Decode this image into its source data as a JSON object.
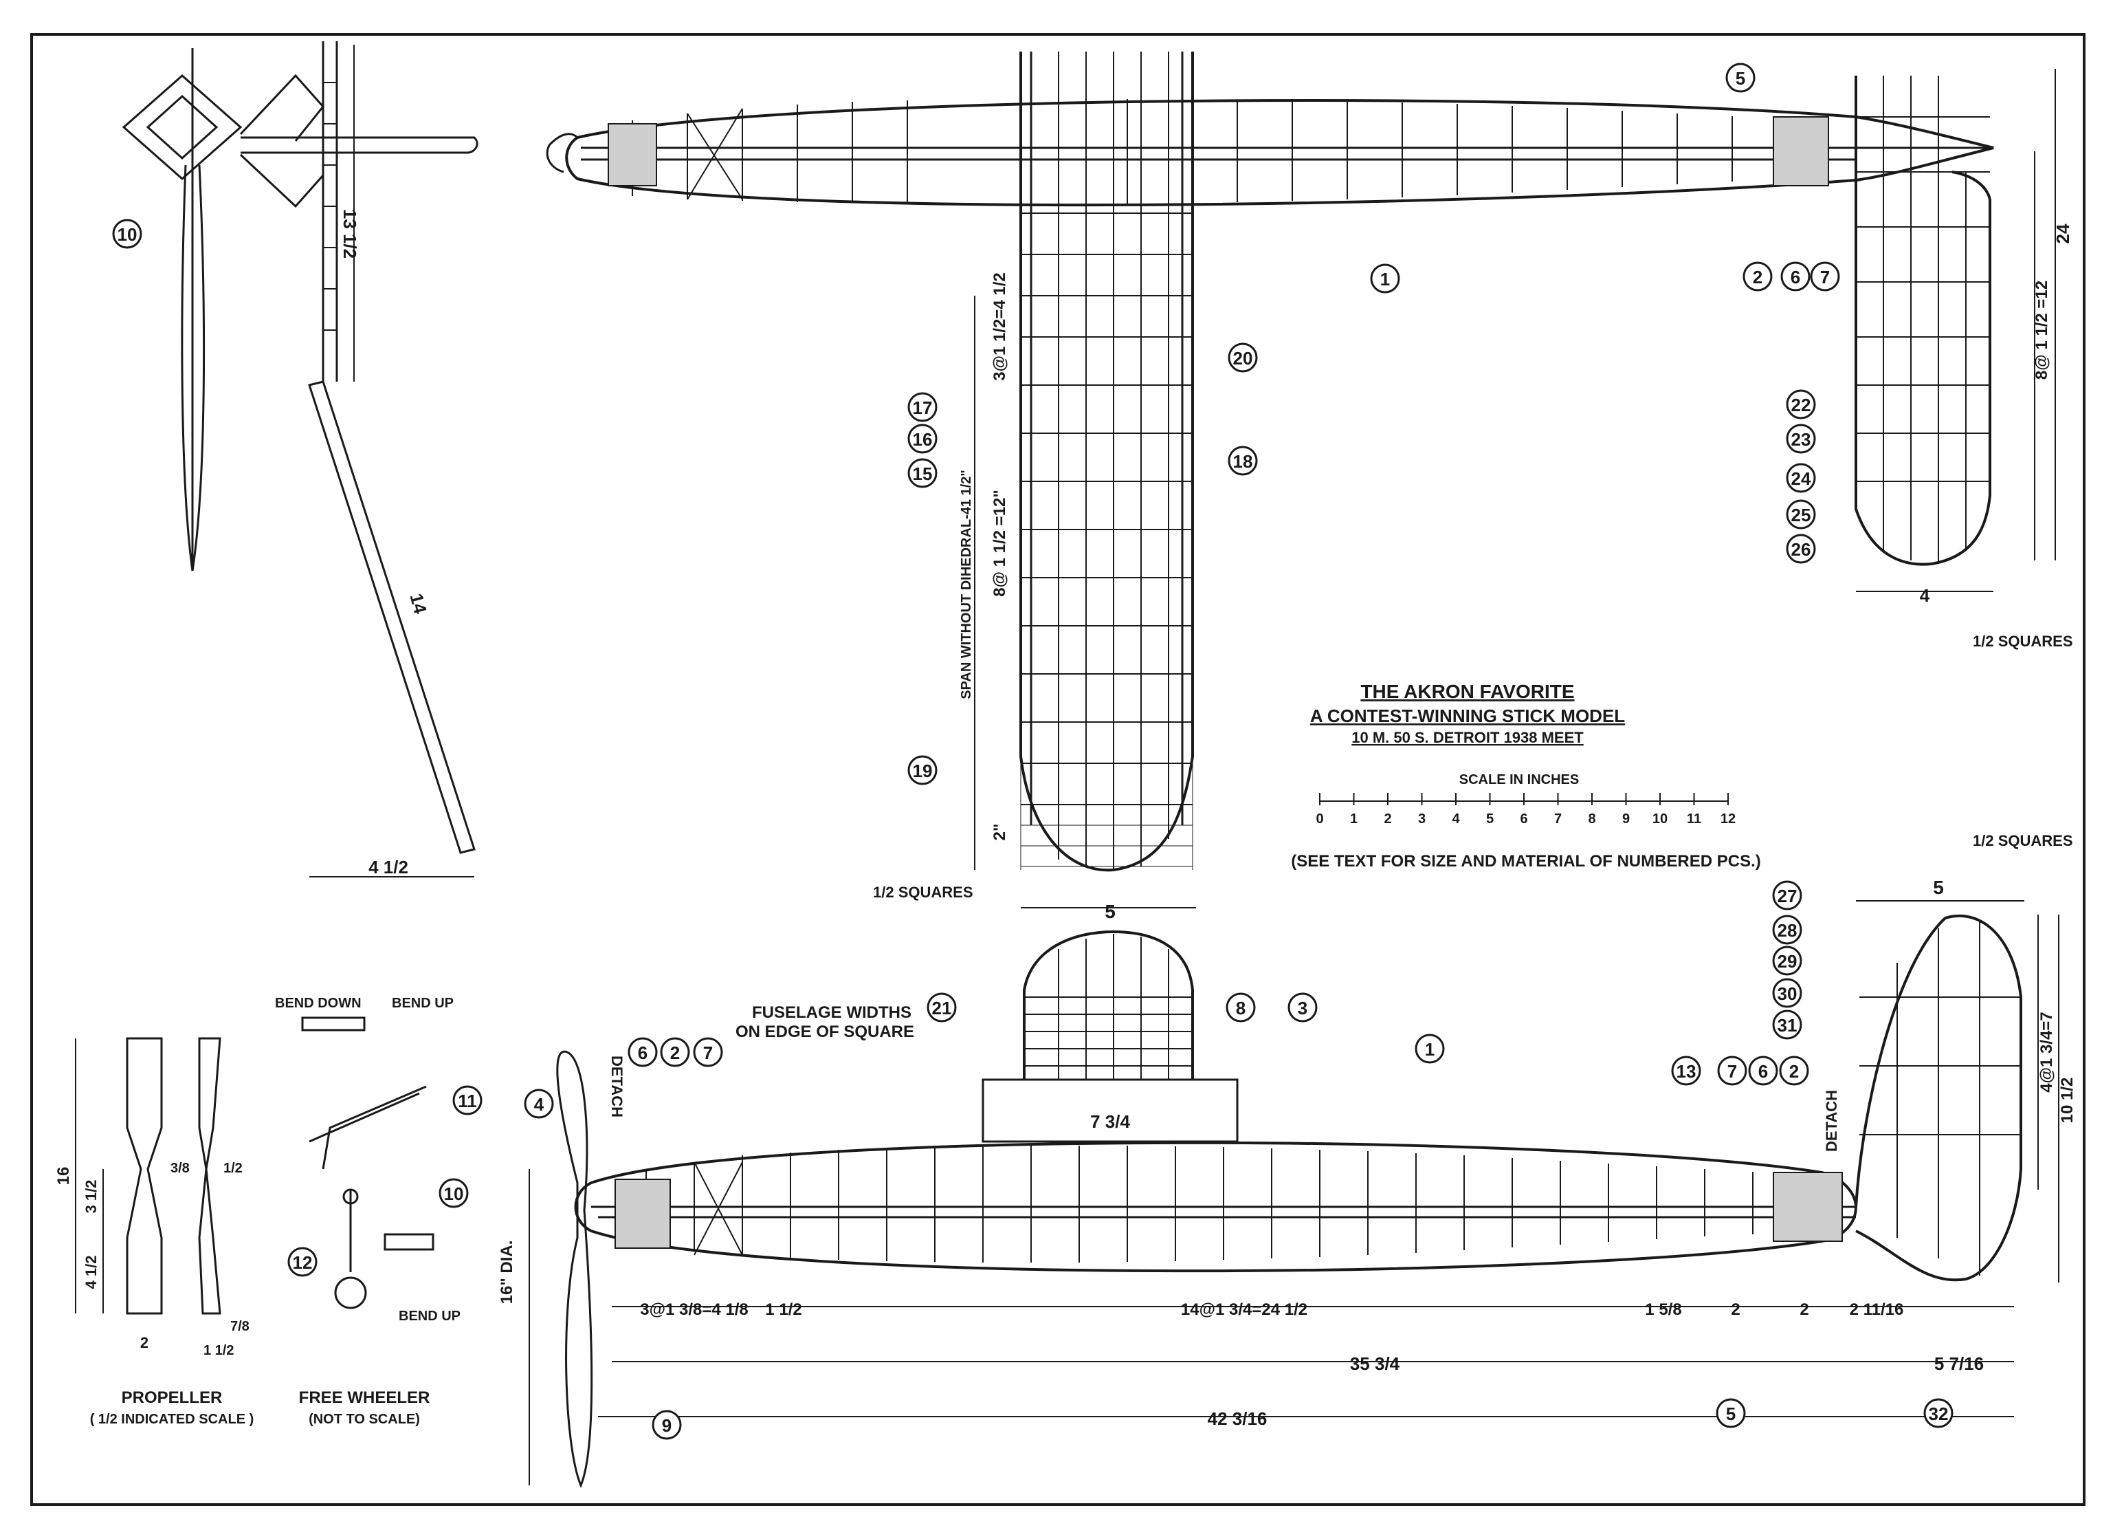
{
  "title": {
    "line1": "THE AKRON FAVORITE",
    "line2": "A CONTEST-WINNING STICK MODEL",
    "line3": "10 M. 50 S.  DETROIT  1938  MEET"
  },
  "scale": {
    "label": "SCALE IN INCHES",
    "ticks": [
      "0",
      "1",
      "2",
      "3",
      "4",
      "5",
      "6",
      "7",
      "8",
      "9",
      "10",
      "11",
      "12"
    ]
  },
  "note": "(SEE TEXT FOR SIZE AND MATERIAL OF NUMBERED PCS.)",
  "labels": {
    "half_squares_a": "1/2 SQUARES",
    "half_squares_b": "1/2 SQUARES",
    "half_squares_c": "1/2 SQUARES",
    "span": "SPAN WITHOUT DIHEDRAL-41 1/2\"",
    "wing_ribs": "8@ 1 1/2 =12\"",
    "wing_tip": "2\"",
    "wing_root": "3@1 1/2=4 1/2",
    "stab_ribs": "8@ 1 1/2 =12",
    "stab_h": "24",
    "stab_w": "4",
    "fuselage_widths": "FUSELAGE WIDTHS ON EDGE OF SQUARE",
    "detach_front": "DETACH",
    "detach_rear": "DETACH",
    "bend_down": "BEND DOWN",
    "bend_up": "BEND UP",
    "bend_up2": "BEND UP",
    "propeller": "PROPELLER",
    "propeller_scale": "( 1/2 INDICATED SCALE )",
    "free_wheeler": "FREE WHEELER",
    "free_wheeler_scale": "(NOT TO SCALE)",
    "prop_dia": "16\" DIA.",
    "wing_width": "5",
    "fin_width": "5",
    "fin_height": "4@1 3/4=7",
    "fin_total": "10 1/2",
    "mount_len": "7 3/4",
    "dim_front": "3@1 3/8=4 1/8",
    "dim_a": "1 1/2",
    "dim_mid": "14@1 3/4=24 1/2",
    "dim_b": "1 5/8",
    "dim_c": "2",
    "dim_d": "2",
    "dim_e": "2 11/16",
    "dim_35": "35 3/4",
    "dim_tail": "5 7/16",
    "dim_42": "42 3/16",
    "fin_4_half": "4 1/2",
    "rudder_13": "13 1/2",
    "rudder_14": "14",
    "prop_16": "16",
    "prop_3half": "3 1/2",
    "prop_4half": "4 1/2",
    "prop_2": "2",
    "prop_3_8": "3/8",
    "prop_half": "1/2",
    "prop_7_8": "7/8",
    "prop_1_half": "1 1/2"
  },
  "callouts": [
    "1",
    "2",
    "3",
    "4",
    "5",
    "6",
    "7",
    "8",
    "9",
    "10",
    "11",
    "12",
    "13",
    "15",
    "16",
    "17",
    "18",
    "19",
    "20",
    "21",
    "22",
    "23",
    "24",
    "25",
    "26",
    "27",
    "28",
    "29",
    "30",
    "31",
    "32"
  ]
}
